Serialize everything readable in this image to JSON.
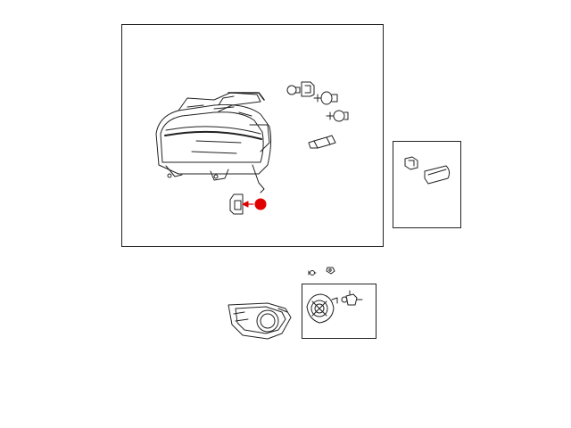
{
  "diagram": {
    "callout_color": "#e00000",
    "line_color": "#222222",
    "groups": [
      {
        "name": "headlamp-assembly",
        "icon": "headlamp-icon"
      },
      {
        "name": "headlamp-bulbs",
        "icon": "bulb-icon"
      },
      {
        "name": "side-marker-lamp",
        "icon": "marker-lamp-icon"
      },
      {
        "name": "fog-lamp-bezel",
        "icon": "fog-bezel-icon"
      },
      {
        "name": "fog-lamp-assembly",
        "icon": "fog-lamp-icon"
      },
      {
        "name": "fasteners",
        "icon": "screw-icon"
      }
    ]
  }
}
